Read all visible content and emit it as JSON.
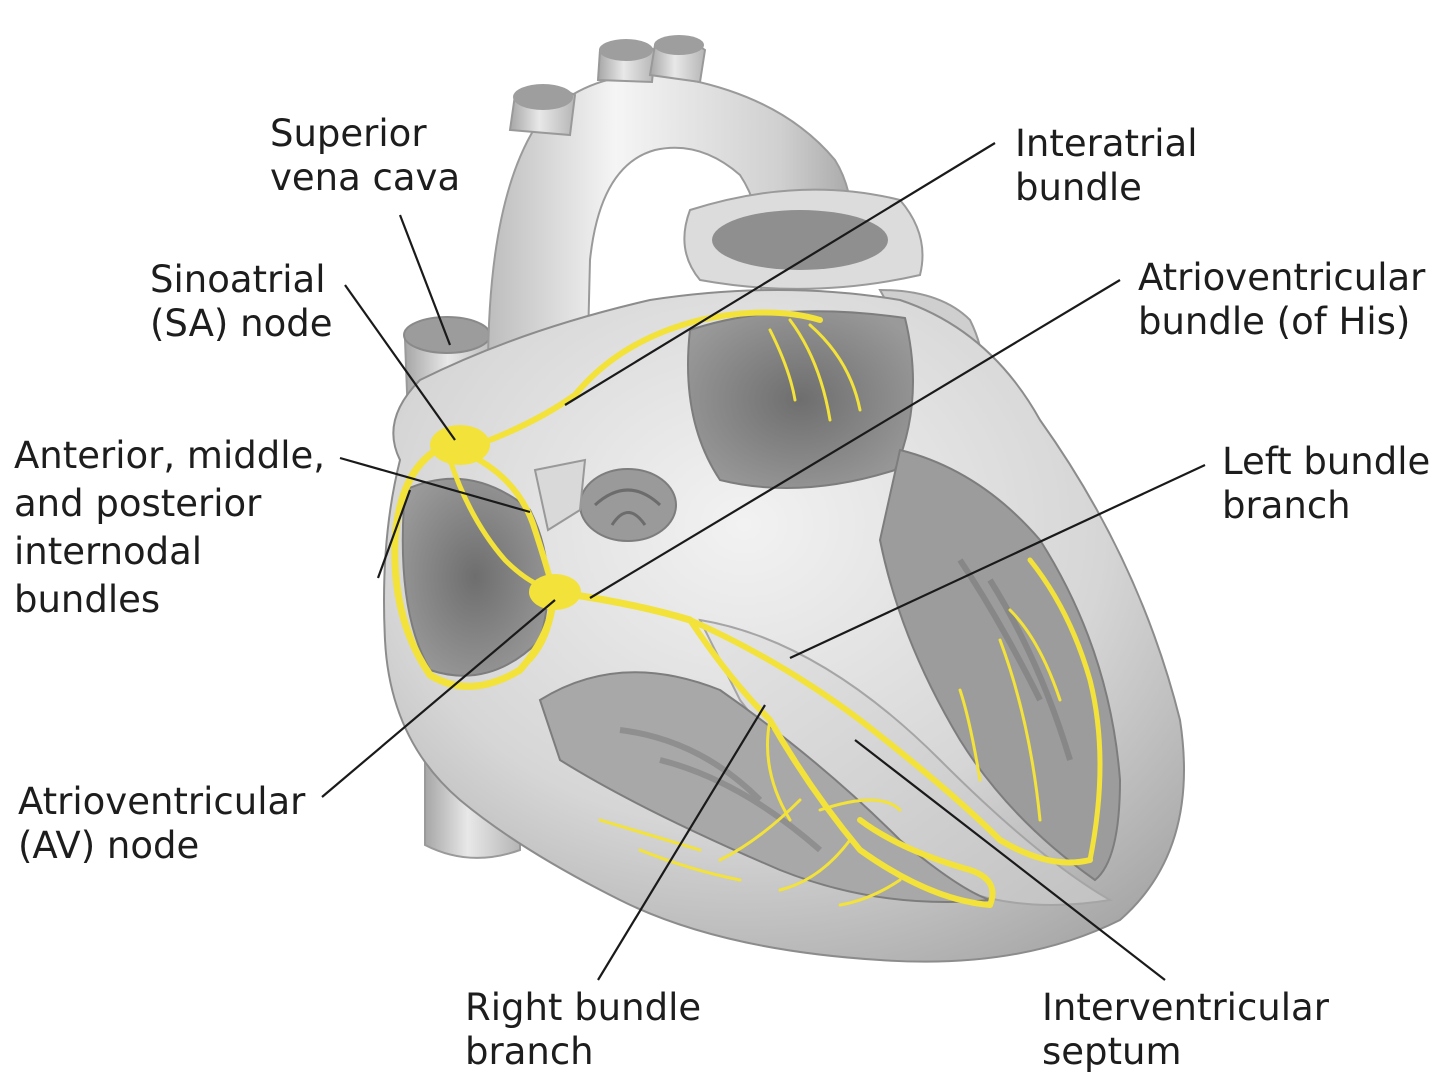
{
  "labels": {
    "superior_vena_cava": [
      "Superior",
      "vena cava"
    ],
    "sinoatrial_node": [
      "Sinoatrial",
      "(SA) node"
    ],
    "internodal_bundles": [
      "Anterior, middle,",
      "and posterior",
      "internodal",
      "bundles"
    ],
    "av_node": [
      "Atrioventricular",
      "(AV) node"
    ],
    "right_bundle_branch": [
      "Right bundle",
      "branch"
    ],
    "interatrial_bundle": [
      "Interatrial",
      "bundle"
    ],
    "av_bundle": [
      "Atrioventricular",
      "bundle (of His)"
    ],
    "left_bundle_branch": [
      "Left bundle",
      "branch"
    ],
    "interventricular_septum": [
      "Interventricular",
      "septum"
    ]
  },
  "colors": {
    "conduction": "#f2e23a",
    "tissue_light": "#e6e6e6",
    "tissue_mid": "#c4c4c4",
    "tissue_dark": "#8e8e8e",
    "leader_line": "#1a1a1a",
    "text": "#1d1d1d"
  }
}
